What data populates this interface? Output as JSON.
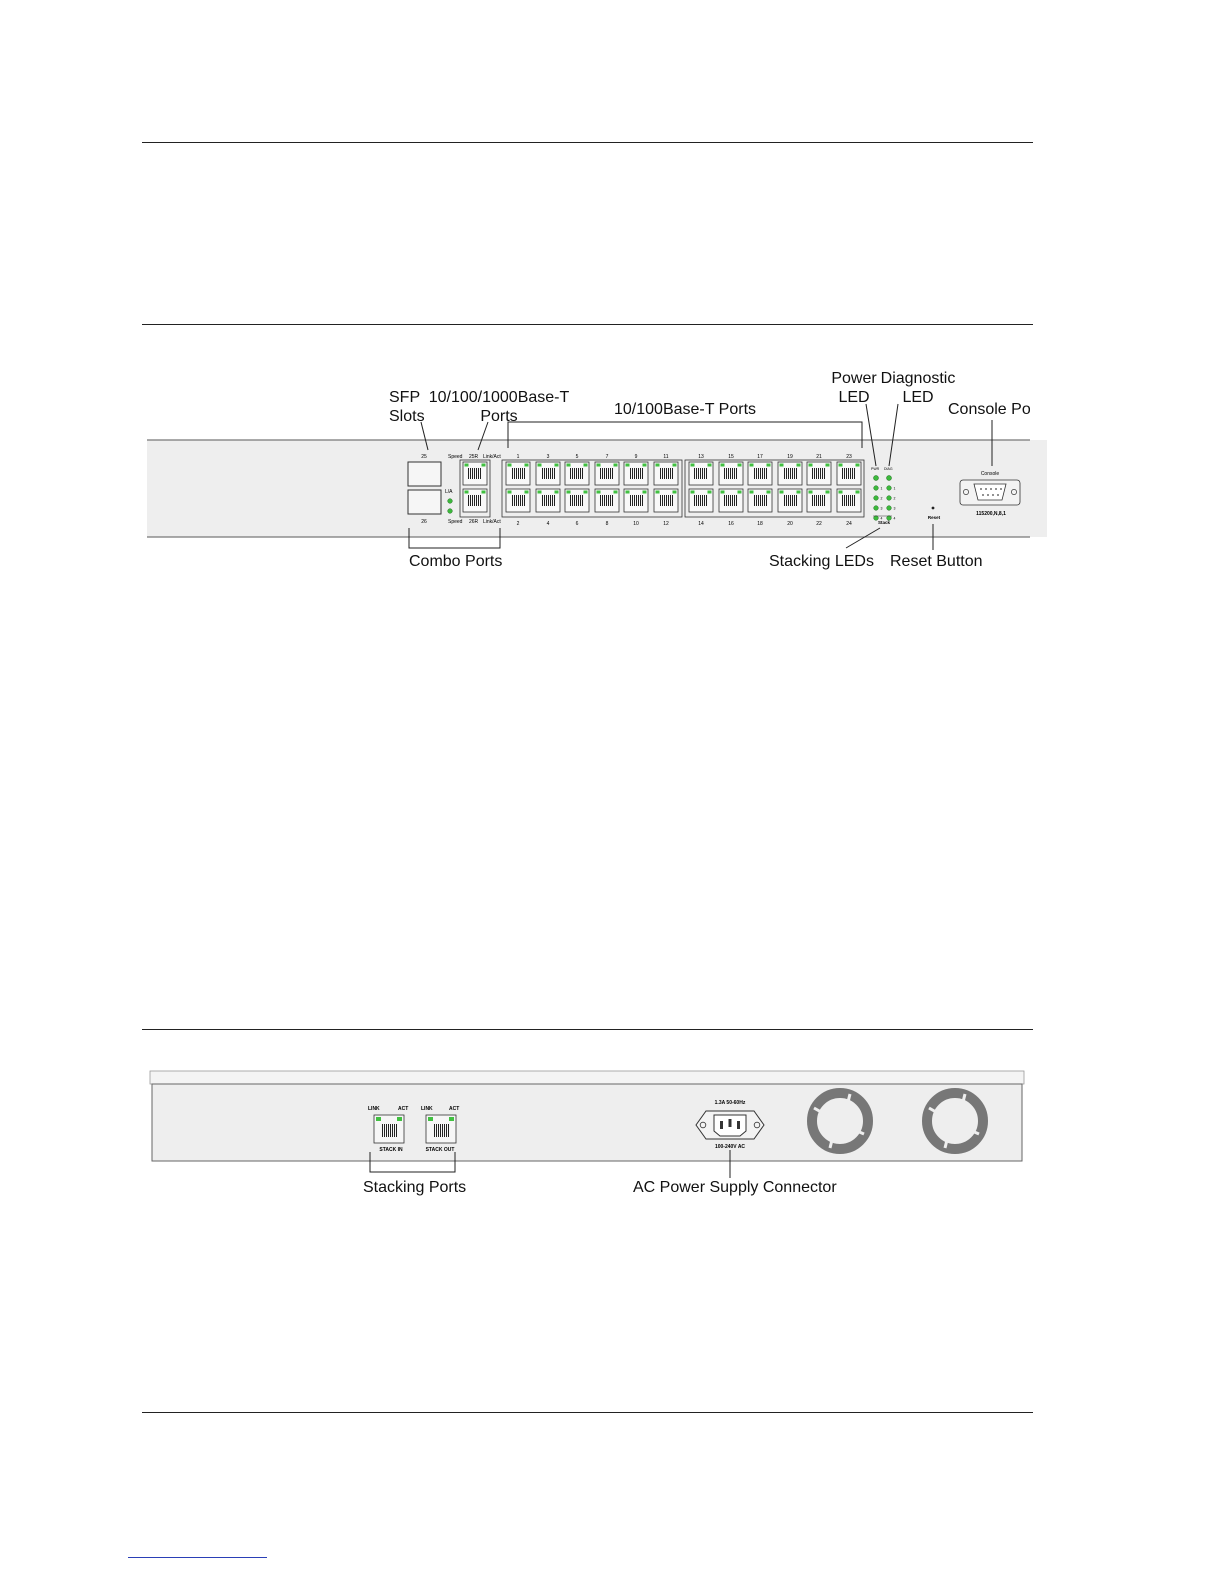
{
  "front_panel": {
    "callouts": {
      "sfp_slots_line1": "SFP",
      "sfp_slots_line2": "Slots",
      "gig_ports_line1": "10/100/1000Base-T",
      "gig_ports_line2": "Ports",
      "fast_ports": "10/100Base-T Ports",
      "power_led_line1": "Power",
      "power_led_line2": "LED",
      "diag_led_line1": "Diagnostic",
      "diag_led_line2": "LED",
      "console_port": "Console Port",
      "combo_ports": "Combo Ports",
      "stacking_leds": "Stacking LEDs",
      "reset_button": "Reset Button"
    },
    "labels": {
      "sfp_top": "25",
      "sfp_bottom": "26",
      "la": "L/A",
      "speed_top": "Speed",
      "port25r": "25R",
      "linkact_top": "Link/Act",
      "speed_bottom": "Speed",
      "port26r": "26R",
      "linkact_bottom": "Link/Act",
      "pwr": "PWR",
      "diag": "DIAG",
      "stack": "Stack",
      "reset": "Reset",
      "console": "Console",
      "baud": "115200,N,8,1"
    },
    "stack_led_numbers": [
      "1",
      "2",
      "3",
      "4"
    ],
    "top_port_numbers": [
      "1",
      "3",
      "5",
      "7",
      "9",
      "11",
      "13",
      "15",
      "17",
      "19",
      "21",
      "23"
    ],
    "bottom_port_numbers": [
      "2",
      "4",
      "6",
      "8",
      "10",
      "12",
      "14",
      "16",
      "18",
      "20",
      "22",
      "24"
    ]
  },
  "rear_panel": {
    "callouts": {
      "stacking_ports": "Stacking Ports",
      "ac_power": "AC Power Supply Connector"
    },
    "labels": {
      "link1": "LINK",
      "act1": "ACT",
      "link2": "LINK",
      "act2": "ACT",
      "stack_in": "STACK IN",
      "stack_out": "STACK OUT",
      "power_rating": "1.3A 50-60Hz",
      "voltage": "100-240V AC"
    }
  },
  "colors": {
    "panel_fill": "#eeeeee",
    "led_green": "#3cb93c",
    "port_green": "#41c041"
  }
}
